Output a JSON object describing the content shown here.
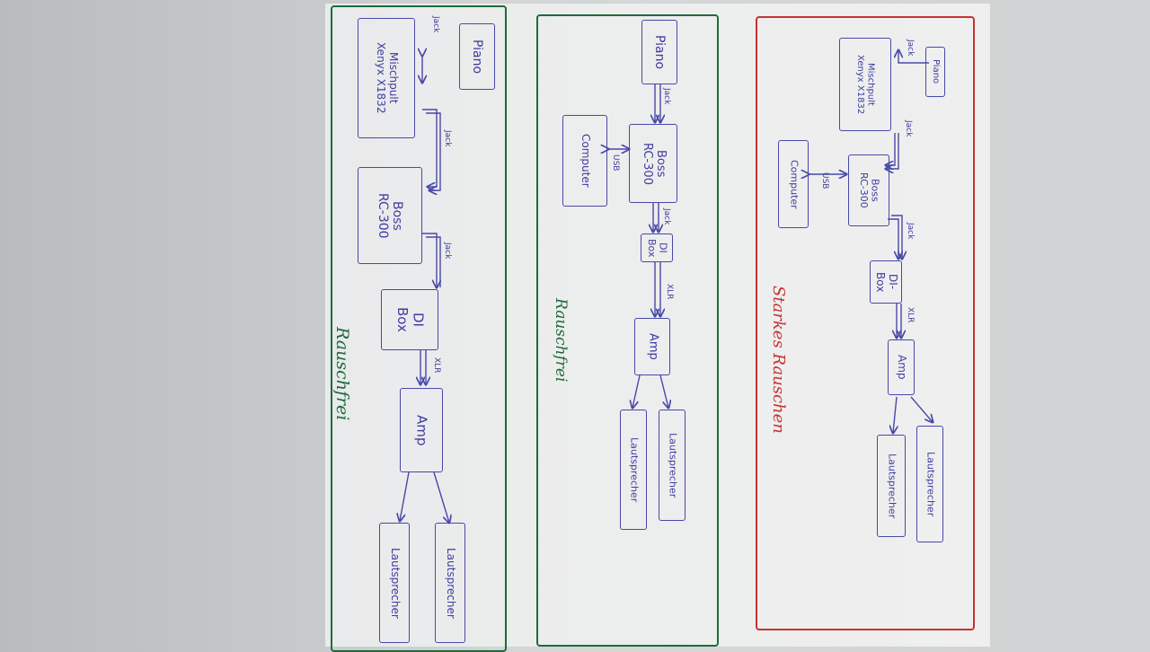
{
  "colors": {
    "ink_blue": "#3d3da0",
    "panel_green": "#1e6b3a",
    "panel_red": "#c83232"
  },
  "panels": [
    {
      "note": "Rauschfrei",
      "boxes": {
        "piano": "Piano",
        "mixer": "Mischpult\nXenyx X1832",
        "boss": "Boss\nRC-300",
        "dibox": "DI\nBox",
        "amp": "Amp",
        "speaker_a": "Lautsprecher",
        "speaker_b": "Lautsprecher"
      },
      "labels": {
        "jack1": "Jack",
        "jack2": "Jack",
        "jack3": "Jack",
        "xlr": "XLR"
      }
    },
    {
      "note": "Rauschfrei",
      "boxes": {
        "piano": "Piano",
        "computer": "Computer",
        "boss": "Boss\nRC-300",
        "dibox": "DI\nBox",
        "amp": "Amp",
        "speaker_a": "Lautsprecher",
        "speaker_b": "Lautsprecher"
      },
      "labels": {
        "jack1": "Jack",
        "usb": "USB",
        "jack2": "Jack",
        "xlr": "XLR"
      }
    },
    {
      "note": "Starkes Rauschen",
      "boxes": {
        "piano": "Piano",
        "mixer": "Mischpult\nXenyx X1832",
        "computer": "Computer",
        "boss": "Boss\nRC-300",
        "dibox": "DI-\nBox",
        "amp": "Amp",
        "speaker_a": "Lautsprecher",
        "speaker_b": "Lautsprecher"
      },
      "labels": {
        "jack1": "Jack",
        "jack2": "Jack",
        "usb": "USB",
        "jack3": "Jack",
        "xlr": "XLR"
      }
    }
  ]
}
